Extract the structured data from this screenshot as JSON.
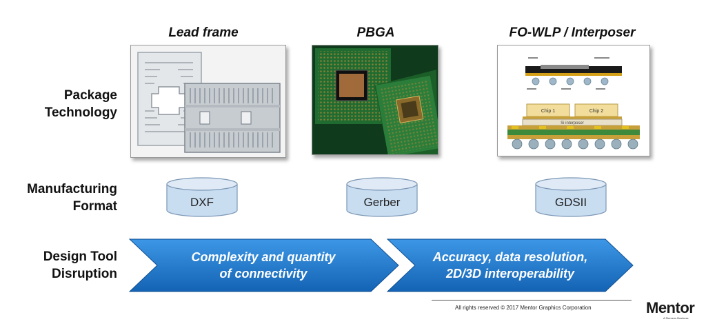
{
  "columns": [
    {
      "title": "Lead frame",
      "format": "DXF"
    },
    {
      "title": "PBGA",
      "format": "Gerber"
    },
    {
      "title": "FO-WLP / Interposer",
      "format": "GDSII"
    }
  ],
  "rows": {
    "package_technology": [
      "Package",
      "Technology"
    ],
    "manufacturing_format": [
      "Manufacturing",
      "Format"
    ],
    "design_tool_disruption": [
      "Design Tool",
      "Disruption"
    ]
  },
  "arrows": [
    {
      "line1": "Complexity and quantity",
      "line2": "of connectivity"
    },
    {
      "line1": "Accuracy, data resolution,",
      "line2": "2D/3D interoperability"
    }
  ],
  "interposer_labels": {
    "chip1": "Chip 1",
    "chip2": "Chip 2",
    "si": "Si interposer"
  },
  "footer": {
    "copyright": "All rights reserved © 2017 Mentor Graphics Corporation"
  },
  "logo": {
    "name": "Mentor",
    "sub": "A Siemens Business"
  },
  "colors": {
    "arrow_dark": "#1565b8",
    "arrow_light": "#2f8ce0",
    "cylinder_fill": "#c9ddf1",
    "cylinder_stroke": "#7a96b4"
  }
}
